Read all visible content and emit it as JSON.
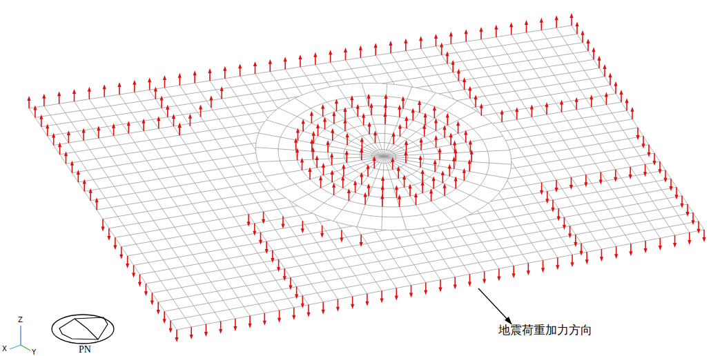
{
  "diagram": {
    "labels": [
      "Z",
      "X",
      "Y",
      "PN",
      "地震荷重加力方向"
    ]
  }
}
